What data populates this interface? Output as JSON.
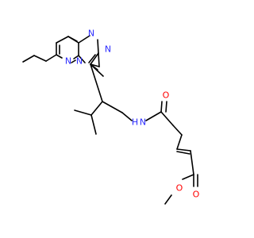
{
  "colors": {
    "carbon_bond": "#000000",
    "nitrogen": "#2b2bff",
    "oxygen": "#ff0000"
  },
  "labels": {
    "n_ring_top": "N",
    "n_ring_top_right": "N",
    "n_fused_1": "N",
    "n_fused_2": "N",
    "n_amide": "N",
    "h_amide": "H",
    "o_amide": "O",
    "o_ester_carbonyl": "O",
    "o_ester_ether": "O"
  }
}
